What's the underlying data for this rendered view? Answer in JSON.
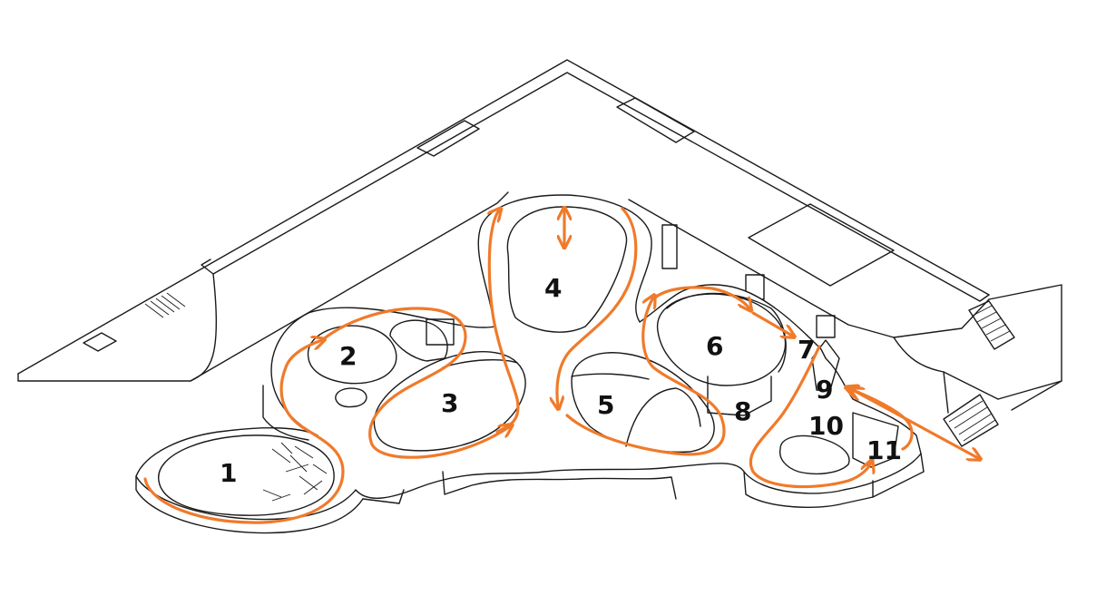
{
  "colors": {
    "route": "#f07a2a",
    "linework": "#1a1a1a",
    "background": "#ffffff"
  },
  "zones": [
    {
      "label": "1"
    },
    {
      "label": "2"
    },
    {
      "label": "3"
    },
    {
      "label": "4"
    },
    {
      "label": "5"
    },
    {
      "label": "6"
    },
    {
      "label": "7"
    },
    {
      "label": "8"
    },
    {
      "label": "9"
    },
    {
      "label": "10"
    },
    {
      "label": "11"
    }
  ]
}
